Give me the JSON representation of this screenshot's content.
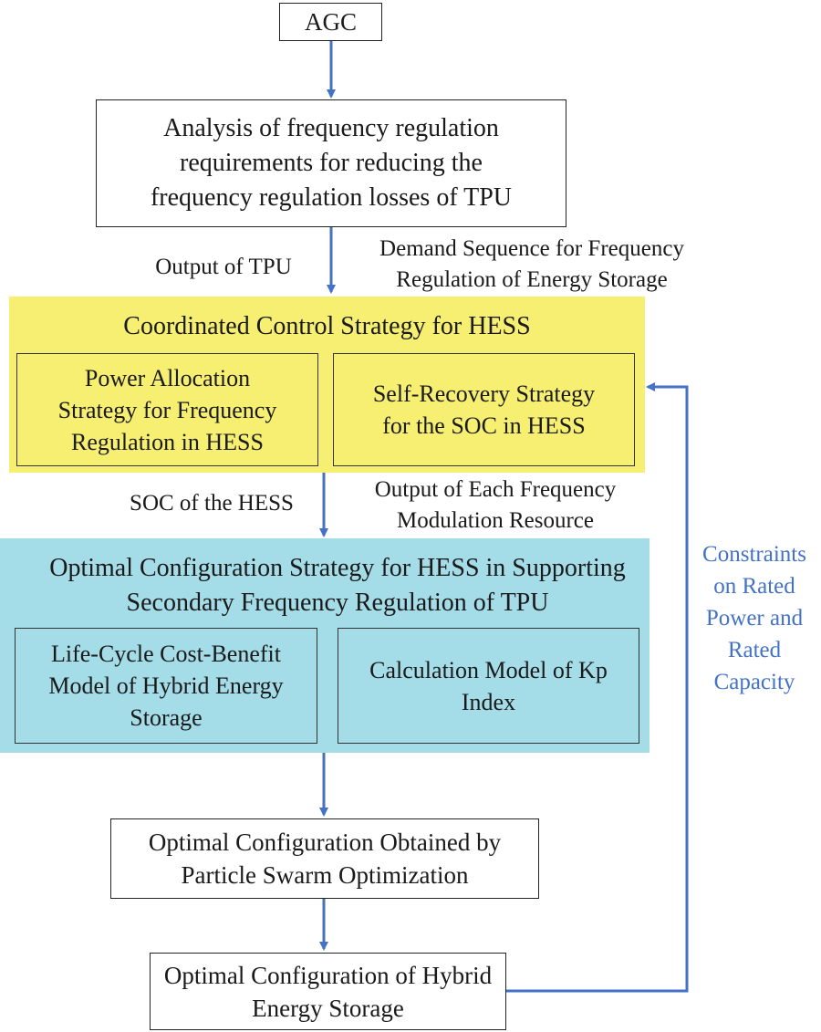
{
  "diagram": {
    "agc": "AGC",
    "analysis": "Analysis of frequency regulation requirements for reducing the frequency regulation losses of TPU",
    "edge_output_tpu": "Output of TPU",
    "edge_demand_sequence": "Demand Sequence for Frequency Regulation of Energy Storage",
    "coordinated": {
      "title": "Coordinated Control Strategy for HESS",
      "power_allocation": "Power Allocation Strategy for Frequency Regulation in HESS",
      "self_recovery": "Self-Recovery Strategy for the SOC in HESS"
    },
    "edge_soc": "SOC of the HESS",
    "edge_output_each": "Output of Each Frequency Modulation Resource",
    "optimal_strategy": {
      "title": "Optimal Configuration Strategy for HESS in Supporting Secondary Frequency Regulation of TPU",
      "lcc_model": "Life-Cycle Cost-Benefit Model of Hybrid Energy Storage",
      "kp_model": "Calculation Model of Kp Index"
    },
    "pso": "Optimal Configuration Obtained by Particle Swarm Optimization",
    "final": "Optimal Configuration of Hybrid Energy Storage",
    "feedback_label": "Constraints on Rated Power and Rated Capacity"
  },
  "colors": {
    "arrow": "#4472c4",
    "yellow_panel": "#f7ef72",
    "cyan_panel": "#a4dce8",
    "feedback_text": "#4472c4"
  }
}
